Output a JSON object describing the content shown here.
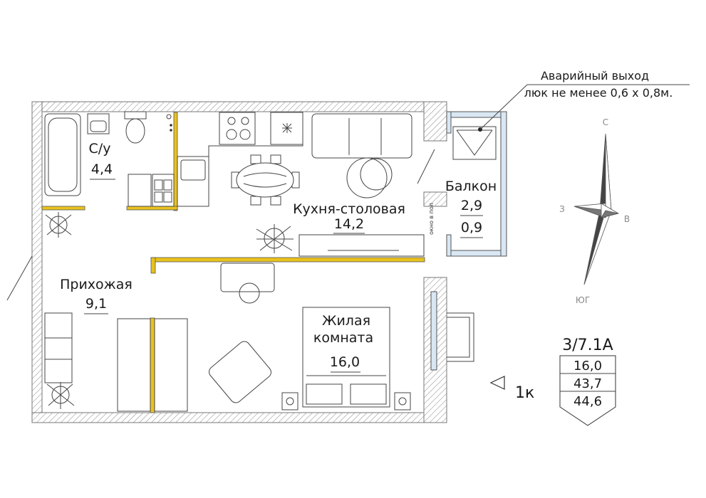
{
  "apartment": {
    "code": "3/7.1А",
    "rooms_type": "1к",
    "areas": [
      "16,0",
      "43,7",
      "44,6"
    ]
  },
  "rooms": {
    "bathroom": {
      "name": "С/у",
      "area": "4,4"
    },
    "kitchen": {
      "name": "Кухня-столовая",
      "area": "14,2"
    },
    "balcony": {
      "name": "Балкон",
      "area": "2,9",
      "area_reduced": "0,9"
    },
    "hallway": {
      "name": "Прихожая",
      "area": "9,1"
    },
    "living": {
      "name_line1": "Жилая",
      "name_line2": "комната",
      "area": "16,0"
    }
  },
  "emergency_exit": {
    "line1": "Аварийный выход",
    "line2": "люк не менее 0,6 х 0,8м."
  },
  "window_note": "окно в пол",
  "compass": {
    "north": "С",
    "south": "ЮГ",
    "east": "В",
    "west": "З"
  },
  "colors": {
    "partition": "#e8c21e",
    "glazing": "#d9e7f4",
    "hatch": "#9a9a9a"
  }
}
